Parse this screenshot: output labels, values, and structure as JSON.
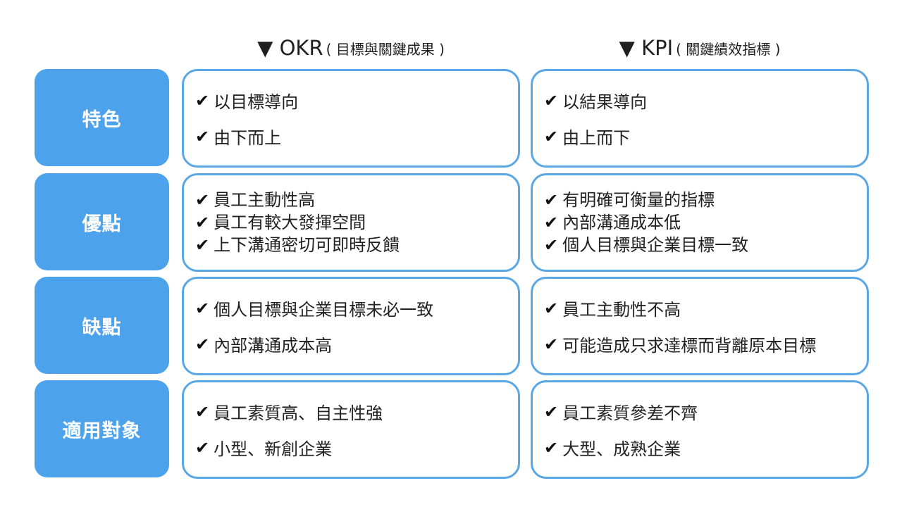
{
  "headers": {
    "okr": {
      "title": "▼ OKR",
      "subtitle": "( 目標與關鍵成果 )"
    },
    "kpi": {
      "title": "▼ KPI",
      "subtitle": "( 關鍵績效指標 )"
    }
  },
  "check_mark": "✔",
  "rows": [
    {
      "label": "特色",
      "okr": [
        "以目標導向",
        "由下而上"
      ],
      "kpi": [
        "以結果導向",
        "由上而下"
      ]
    },
    {
      "label": "優點",
      "okr": [
        "員工主動性高",
        "員工有較大發揮空間",
        "上下溝通密切可即時反饋"
      ],
      "kpi": [
        "有明確可衡量的指標",
        "內部溝通成本低",
        "個人目標與企業目標一致"
      ]
    },
    {
      "label": "缺點",
      "okr": [
        "個人目標與企業目標未必一致",
        "內部溝通成本高"
      ],
      "kpi": [
        "員工主動性不高",
        "可能造成只求達標而背離原本目標"
      ]
    },
    {
      "label": "適用對象",
      "okr": [
        "員工素質高、自主性強",
        "小型、新創企業"
      ],
      "kpi": [
        "員工素質參差不齊",
        "大型、成熟企業"
      ]
    }
  ],
  "colors": {
    "label_bg": "#4da2ec",
    "box_border": "#5aa7e6"
  }
}
